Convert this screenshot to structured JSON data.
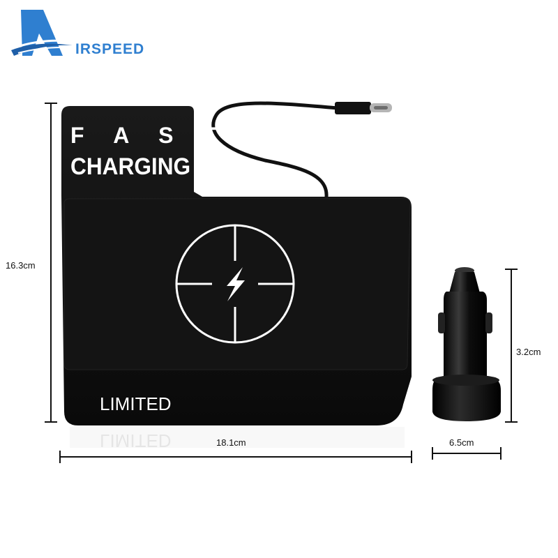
{
  "brand": {
    "logo_letter": "A",
    "logo_rest": "IRSPEED",
    "logo_color": "#2f7fd0"
  },
  "product": {
    "tag_line1": "F A S T",
    "tag_line2": "CHARGING",
    "label": "LIMITED",
    "pad_color": "#111111",
    "icon": "lightning-bolt-icon"
  },
  "dimensions": {
    "height": "16.3cm",
    "width": "18.1cm",
    "adapter_height": "3.2cm",
    "adapter_width": "6.5cm"
  }
}
